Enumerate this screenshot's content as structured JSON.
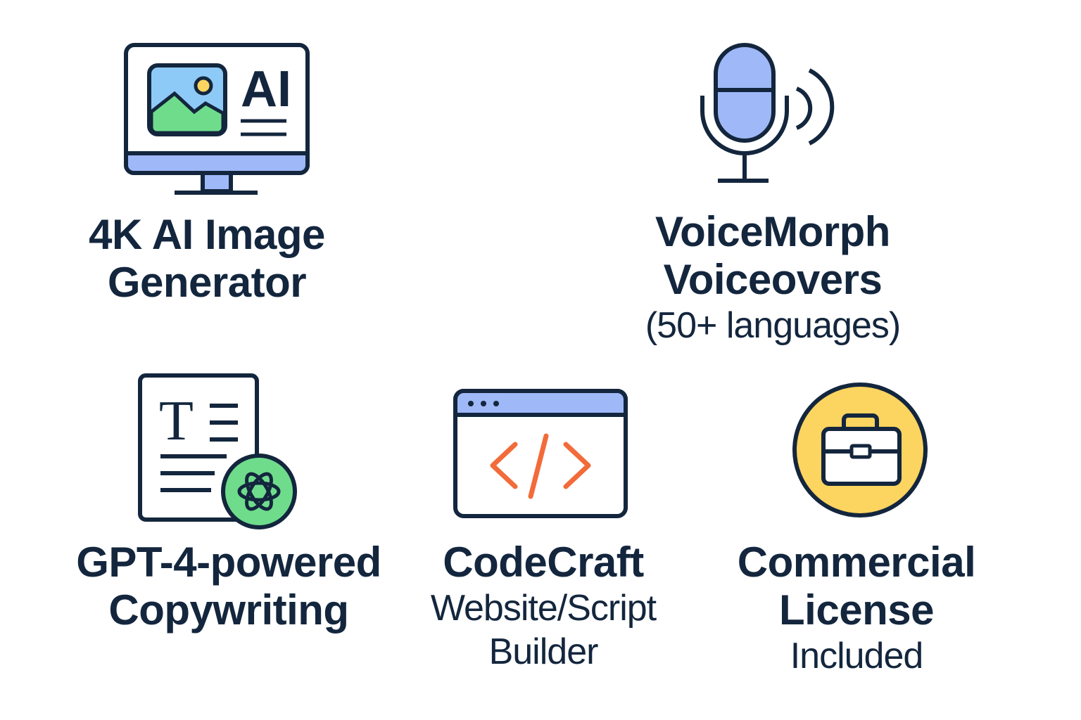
{
  "colors": {
    "ink": "#13263d",
    "blue": "#9fb8f7",
    "green": "#6fdc8c",
    "sky": "#8ecaf7",
    "yellow": "#fcd460",
    "orange": "#f26b3a"
  },
  "features": [
    {
      "icon": "monitor-ai-image-icon",
      "icon_text": "AI",
      "title_lines": [
        "4K AI Image",
        "Generator"
      ],
      "sub_lines": []
    },
    {
      "icon": "microphone-icon",
      "title_lines": [
        "VoiceMorph",
        "Voiceovers"
      ],
      "sub_lines": [
        "(50+ languages)"
      ]
    },
    {
      "icon": "document-openai-icon",
      "icon_text": "T",
      "title_lines": [
        "GPT-4-powered",
        "Copywriting"
      ],
      "sub_lines": []
    },
    {
      "icon": "browser-code-icon",
      "title_lines": [
        "CodeCraft"
      ],
      "sub_lines": [
        "Website/Script",
        "Builder"
      ]
    },
    {
      "icon": "briefcase-icon",
      "title_lines": [
        "Commercial",
        "License"
      ],
      "sub_lines": [
        "Included"
      ]
    }
  ]
}
